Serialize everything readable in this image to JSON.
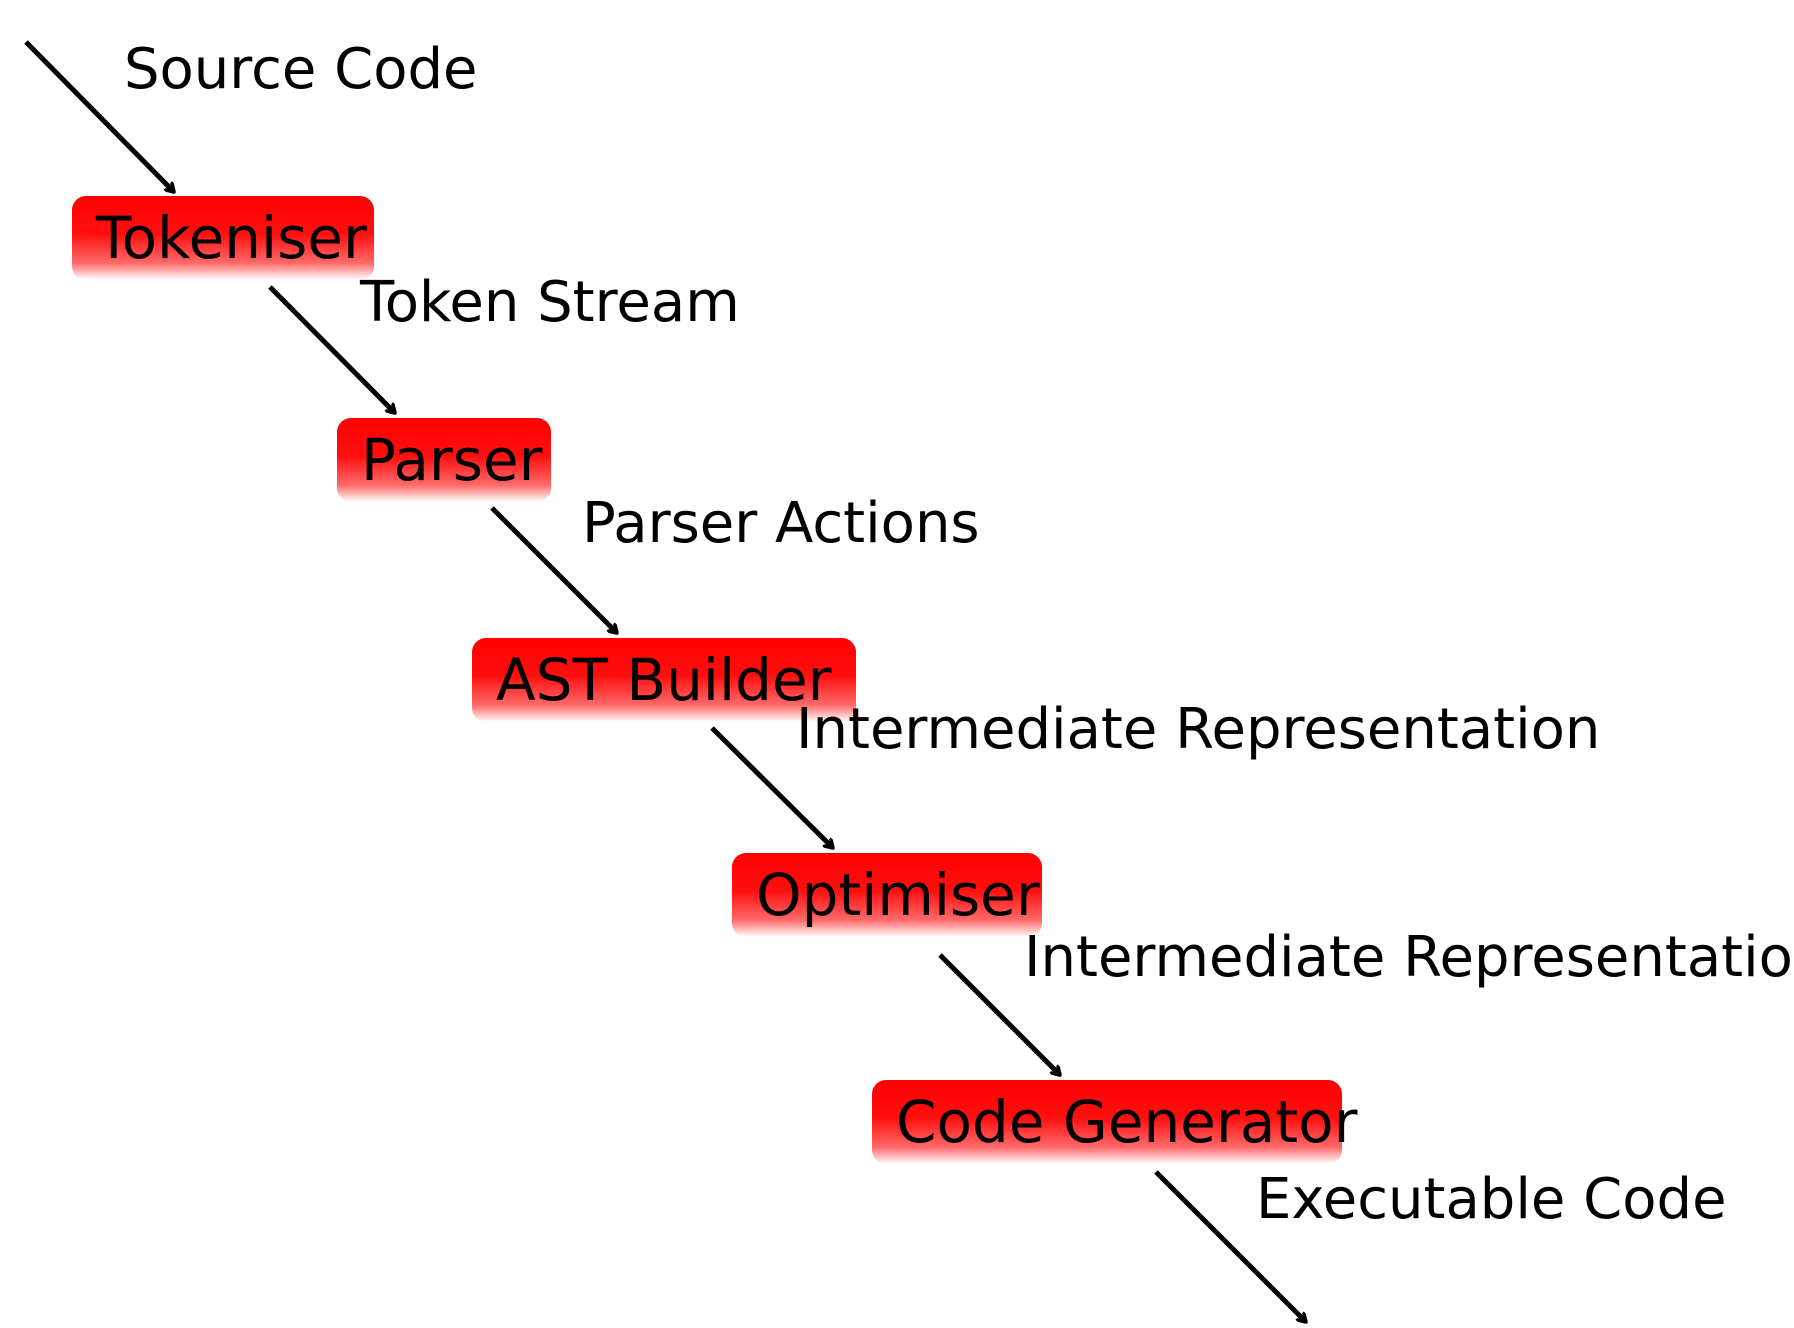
{
  "stages": [
    {
      "id": "tokeniser",
      "label": "Tokeniser"
    },
    {
      "id": "parser",
      "label": "Parser"
    },
    {
      "id": "ast_builder",
      "label": "AST Builder"
    },
    {
      "id": "optimiser",
      "label": "Optimiser"
    },
    {
      "id": "code_generator",
      "label": "Code Generator"
    }
  ],
  "flows": [
    {
      "label": "Source Code",
      "from": "",
      "to": "tokeniser"
    },
    {
      "label": "Token Stream",
      "from": "tokeniser",
      "to": "parser"
    },
    {
      "label": "Parser Actions",
      "from": "parser",
      "to": "ast_builder"
    },
    {
      "label": "Intermediate Representation",
      "from": "ast_builder",
      "to": "optimiser"
    },
    {
      "label": "Intermediate Representation",
      "from": "optimiser",
      "to": "code_generator"
    },
    {
      "label": "Executable Code",
      "from": "code_generator",
      "to": ""
    }
  ],
  "colors": {
    "node_fill": "#ff0000",
    "arrow": "#000000",
    "text": "#000000"
  }
}
